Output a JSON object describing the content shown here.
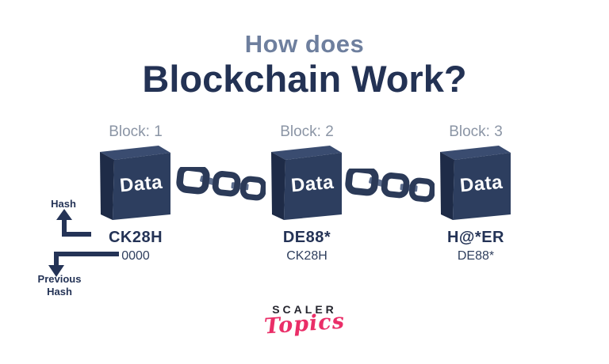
{
  "title": {
    "line1": "How does",
    "line2": "Blockchain Work?"
  },
  "blocks": [
    {
      "label": "Block: 1",
      "content": "Data",
      "hash": "CK28H",
      "prev_hash": "0000"
    },
    {
      "label": "Block: 2",
      "content": "Data",
      "hash": "DE88*",
      "prev_hash": "CK28H"
    },
    {
      "label": "Block: 3",
      "content": "Data",
      "hash": "H@*ER",
      "prev_hash": "DE88*"
    }
  ],
  "annotations": {
    "hash_arrow_label": "Hash",
    "prev_hash_arrow_label_line1": "Previous",
    "prev_hash_arrow_label_line2": "Hash"
  },
  "logo": {
    "brand": "SCALER",
    "sub_brand": "Topics"
  },
  "colors": {
    "background": "#ffffff",
    "title_accent": "#6e7f9e",
    "title_main": "#233254",
    "cube_front": "#2d3e5f",
    "cube_left": "#1e2b47",
    "cube_top": "#3a4c70",
    "block_label_gray": "#8b95a5",
    "hash_text": "#243356",
    "chain_link": "#2b3a58",
    "chain_connector": "#5d6e8e",
    "logo_dark": "#25252e",
    "logo_pink": "#ea2e68"
  }
}
